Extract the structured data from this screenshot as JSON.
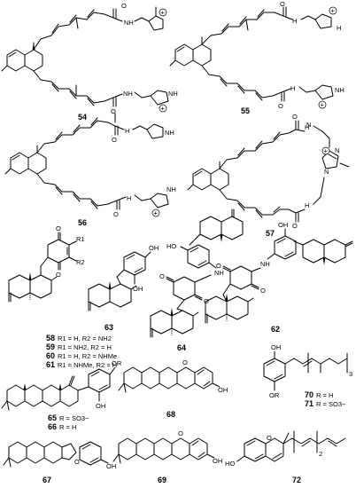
{
  "compounds": [
    {
      "id": "54"
    },
    {
      "id": "55"
    },
    {
      "id": "56"
    },
    {
      "id": "57"
    },
    {
      "id": "58",
      "substituents": "R1 = H, R2 = NH2"
    },
    {
      "id": "59",
      "substituents": "R1 = NH2, R2 = H"
    },
    {
      "id": "60",
      "substituents": "R1 = H, R2 = NHMe"
    },
    {
      "id": "61",
      "substituents": "R1 = NHMe, R2 = H"
    },
    {
      "id": "62"
    },
    {
      "id": "63"
    },
    {
      "id": "64"
    },
    {
      "id": "65",
      "substituents": "R = SO3−"
    },
    {
      "id": "66",
      "substituents": "R = H"
    },
    {
      "id": "67"
    },
    {
      "id": "68"
    },
    {
      "id": "69"
    },
    {
      "id": "70",
      "substituents": "R = H"
    },
    {
      "id": "71",
      "substituents": "R = SO3−"
    },
    {
      "id": "72"
    }
  ],
  "atoms": {
    "N": "N",
    "H": "H",
    "O": "O",
    "OH": "OH",
    "HO": "HO",
    "OR": "OR",
    "R1": "R1",
    "R2": "R2",
    "NH": "NH",
    "plus": "+",
    "repeat3": "3",
    "repeat2": "2"
  }
}
